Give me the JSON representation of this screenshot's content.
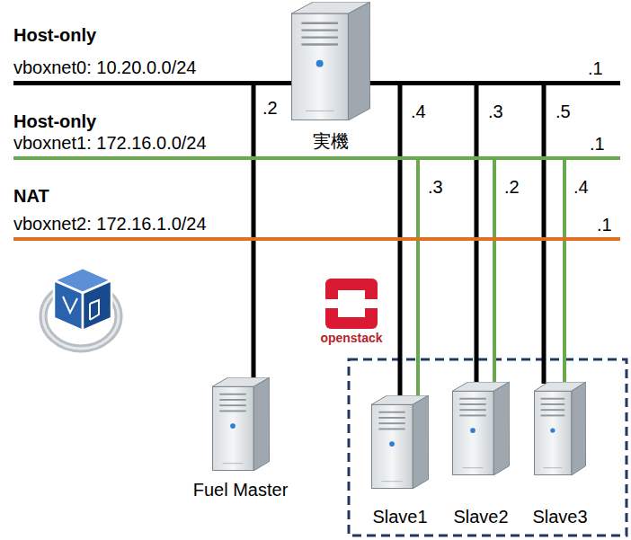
{
  "diagram": {
    "nodes": [
      {
        "text": [
          "Host-only",
          "vboxnet0: 10.20.0.0/24"
        ]
      },
      {
        "text": [
          "実機"
        ]
      },
      {
        "text": [
          "Host-only",
          "vboxnet1: 172.16.0.0/24"
        ]
      },
      {
        "text": [
          "NAT",
          "vboxnet2: 172.16.1.0/24"
        ]
      },
      {
        "text": [
          "Fuel Master"
        ]
      },
      {
        "text": [
          "Slave1"
        ]
      },
      {
        "text": [
          "Slave2"
        ]
      },
      {
        "text": [
          "Slave3"
        ]
      }
    ],
    "edges": [
      {
        "from": 0,
        "to": 4,
        "label": ".2",
        "arrow": "none"
      },
      {
        "from": 0,
        "to": 5,
        "label": ".4",
        "arrow": "none"
      },
      {
        "from": 0,
        "to": 6,
        "label": ".3",
        "arrow": "none"
      },
      {
        "from": 0,
        "to": 7,
        "label": ".5",
        "arrow": "none"
      },
      {
        "from": 2,
        "to": 5,
        "label": ".3",
        "arrow": "none"
      },
      {
        "from": 2,
        "to": 6,
        "label": ".2",
        "arrow": "none"
      },
      {
        "from": 2,
        "to": 7,
        "label": ".4",
        "arrow": "none"
      }
    ],
    "labels": [
      ".1",
      ".1",
      ".1",
      "openstack"
    ]
  }
}
